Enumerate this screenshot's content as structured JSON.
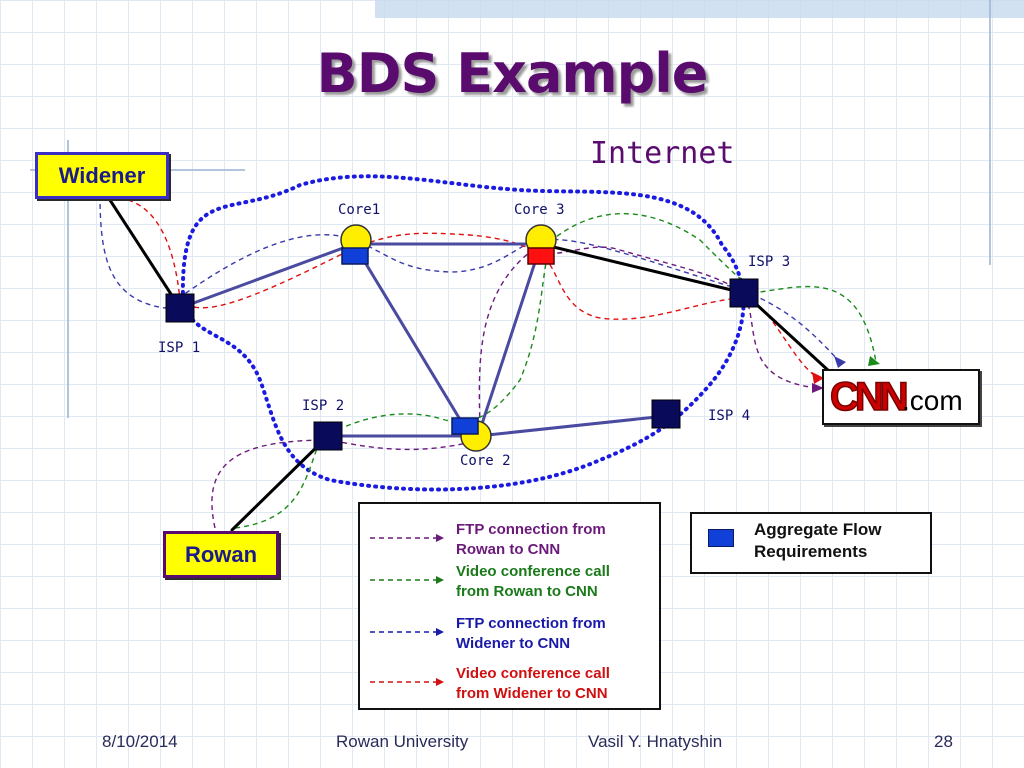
{
  "slide": {
    "title": "BDS Example",
    "cloud_label": "Internet"
  },
  "nodes": {
    "core1": "Core1",
    "core2": "Core 2",
    "core3": "Core 3",
    "isp1": "ISP 1",
    "isp2": "ISP 2",
    "isp3": "ISP 3",
    "isp4": "ISP 4",
    "widener": "Widener",
    "rowan": "Rowan",
    "cnn_logo": "CNN",
    "cnn_suffix": ".com"
  },
  "legend": [
    {
      "text": "FTP connection from\nRowan to CNN",
      "color": "#6b1a7a"
    },
    {
      "text": "Video conference call\nfrom Rowan to CNN",
      "color": "#1a7a1a"
    },
    {
      "text": "FTP connection from\nWidener to CNN",
      "color": "#1a1aaa"
    },
    {
      "text": "Video conference call\nfrom Widener to CNN",
      "color": "#d01010"
    }
  ],
  "aggregate_legend": "Aggregate Flow\nRequirements",
  "footer": {
    "date": "8/10/2014",
    "org": "Rowan University",
    "author": "Vasil Y. Hnatyshin",
    "page": "28"
  },
  "colors": {
    "title": "#5a0b6e",
    "link": "#4a4aa0",
    "router": "#0a0a5a",
    "core_yellow": "#ffee00",
    "aggregate_blue": "#1040d8",
    "cloud_dots": "#1a1ae0"
  }
}
